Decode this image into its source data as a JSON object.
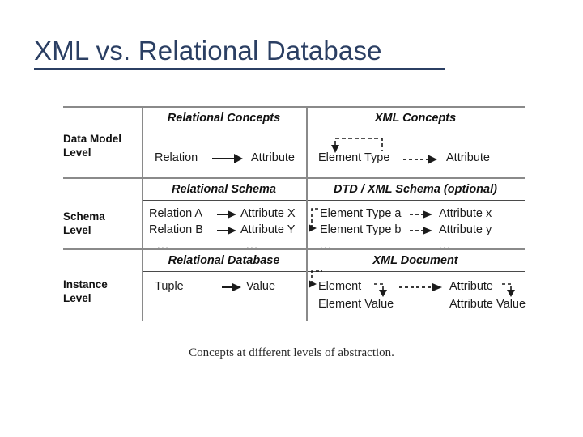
{
  "slide": {
    "title": "XML vs. Relational Database",
    "title_color": "#2b3f63",
    "background": "#ffffff"
  },
  "figure": {
    "caption": "Concepts at different levels of abstraction.",
    "column_headers": {
      "level": "",
      "relational": "Relational Concepts",
      "xml": "XML Concepts"
    },
    "bands": [
      {
        "level_label_line1": "Data Model",
        "level_label_line2": "Level",
        "relational_header": "Relational Concepts",
        "xml_header": "XML Concepts",
        "relational_rows": [
          {
            "left": "Relation",
            "right": "Attribute",
            "arrow": "solid"
          }
        ],
        "xml_rows": [
          {
            "left": "Element Type",
            "right": "Attribute",
            "arrow": "dashed",
            "self_loop": true
          }
        ],
        "has_ellipsis": false
      },
      {
        "level_label_line1": "Schema",
        "level_label_line2": "Level",
        "relational_header": "Relational Schema",
        "xml_header": "DTD / XML Schema (optional)",
        "relational_rows": [
          {
            "left": "Relation A",
            "right": "Attribute X",
            "arrow": "solid"
          },
          {
            "left": "Relation B",
            "right": "Attribute Y",
            "arrow": "solid"
          }
        ],
        "xml_rows": [
          {
            "left": "Element Type a",
            "right": "Attribute x",
            "arrow": "dashed"
          },
          {
            "left": "Element Type b",
            "right": "Attribute y",
            "arrow": "dashed"
          }
        ],
        "has_ellipsis": true,
        "ellipsis": "..."
      },
      {
        "level_label_line1": "Instance",
        "level_label_line2": "Level",
        "relational_header": "Relational Database",
        "xml_header": "XML Document",
        "relational_rows": [
          {
            "left": "Tuple",
            "right": "Value",
            "arrow": "solid"
          }
        ],
        "xml_rows": [
          {
            "left": "Element",
            "right": "Attribute",
            "arrow": "dashed",
            "self_loop": true
          },
          {
            "left": "Element Value",
            "right": "Attribute Value",
            "arrow": "none"
          }
        ],
        "has_ellipsis": false
      }
    ]
  }
}
